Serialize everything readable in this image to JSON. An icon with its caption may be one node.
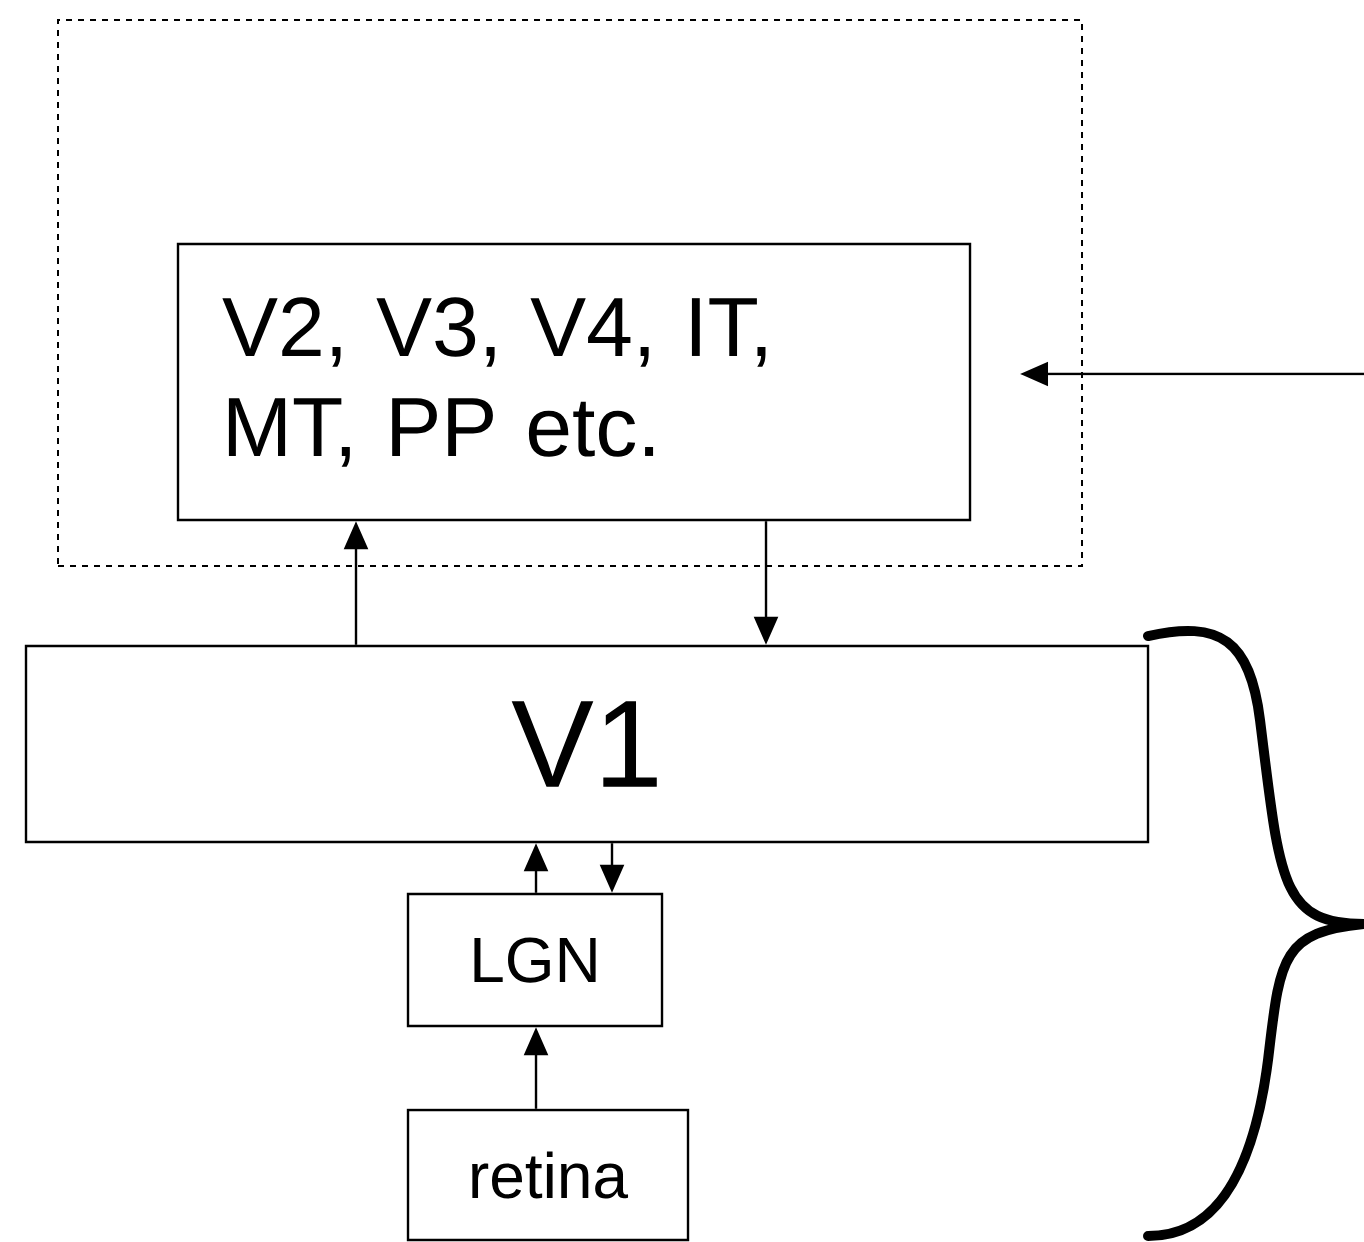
{
  "diagram": {
    "nodes": [
      {
        "text": [],
        "shape": "box"
      },
      {
        "text": [
          "V2, V3, V4, IT, MT, PP etc."
        ],
        "in": 0
      },
      {
        "text": [
          "V1"
        ]
      },
      {
        "text": [
          "LGN"
        ]
      },
      {
        "text": [
          "retina"
        ]
      }
    ],
    "edges": [
      {
        "from": 2,
        "to": 1,
        "arrow": "to"
      },
      {
        "from": 1,
        "to": 2,
        "arrow": "to"
      },
      {
        "from": 3,
        "to": 2,
        "arrow": "to"
      },
      {
        "from": 2,
        "to": 3,
        "arrow": "to"
      },
      {
        "from": 4,
        "to": 3,
        "arrow": "to"
      },
      {
        "from": null,
        "to": 0,
        "arrow": "to"
      }
    ]
  }
}
